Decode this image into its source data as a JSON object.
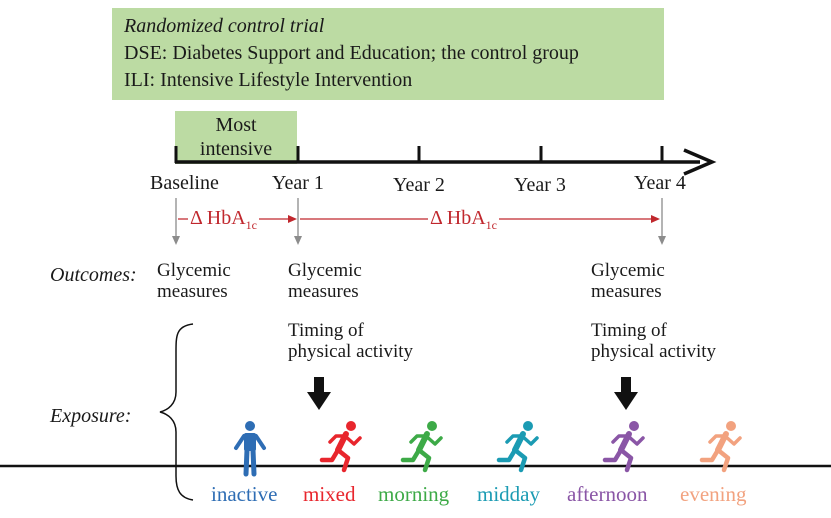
{
  "trial_box": {
    "line1": "Randomized control trial",
    "line2": "DSE: Diabetes Support and Education; the control group",
    "line3": "ILI: Intensive Lifestyle Intervention"
  },
  "most_intensive": {
    "line1": "Most",
    "line2": "intensive"
  },
  "timeline": {
    "baseline": "Baseline",
    "year1": "Year 1",
    "year2": "Year 2",
    "year3": "Year 3",
    "year4": "Year 4"
  },
  "delta": {
    "prefix": "Δ HbA",
    "subscript": "1c"
  },
  "outcomes": {
    "label": "Outcomes:",
    "glycemic": "Glycemic",
    "measures": "measures"
  },
  "timing": {
    "line1": "Timing of",
    "line2": "physical activity"
  },
  "exposure": {
    "label": "Exposure:"
  },
  "categories": [
    {
      "label": "inactive",
      "color": "#2e6db4",
      "icon": "standing-person-icon"
    },
    {
      "label": "mixed",
      "color": "#e8262d",
      "icon": "running-person-icon"
    },
    {
      "label": "morning",
      "color": "#3daa47",
      "icon": "running-person-icon"
    },
    {
      "label": "midday",
      "color": "#1b9bb3",
      "icon": "running-person-icon"
    },
    {
      "label": "afternoon",
      "color": "#8a56a6",
      "icon": "running-person-icon"
    },
    {
      "label": "evening",
      "color": "#f2a27f",
      "icon": "running-person-icon"
    }
  ],
  "colors": {
    "delta": "#c0272d",
    "box": "#bcdba3",
    "arrow_gray": "#8c8c8c"
  }
}
